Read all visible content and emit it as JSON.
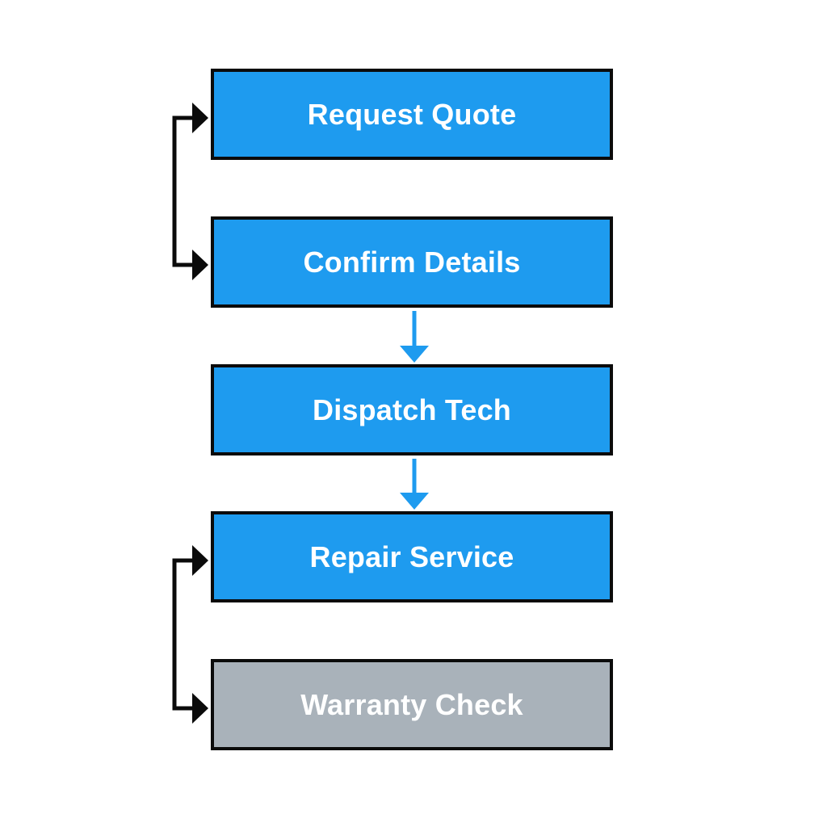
{
  "colors": {
    "active": "#1e9bef",
    "inactive": "#a9b2ba",
    "border": "#0b0b0b",
    "text": "#ffffff",
    "arrow_flow": "#1e9bef",
    "arrow_loop": "#0b0b0b"
  },
  "steps": [
    {
      "label": "Request Quote",
      "state": "active"
    },
    {
      "label": "Confirm Details",
      "state": "active"
    },
    {
      "label": "Dispatch Tech",
      "state": "active"
    },
    {
      "label": "Repair Service",
      "state": "active"
    },
    {
      "label": "Warranty Check",
      "state": "inactive"
    }
  ],
  "connectors": [
    {
      "from": "Confirm Details",
      "to": "Dispatch Tech",
      "kind": "flow"
    },
    {
      "from": "Dispatch Tech",
      "to": "Repair Service",
      "kind": "flow"
    },
    {
      "between": [
        "Request Quote",
        "Confirm Details"
      ],
      "kind": "bracket"
    },
    {
      "between": [
        "Repair Service",
        "Warranty Check"
      ],
      "kind": "bracket"
    }
  ]
}
